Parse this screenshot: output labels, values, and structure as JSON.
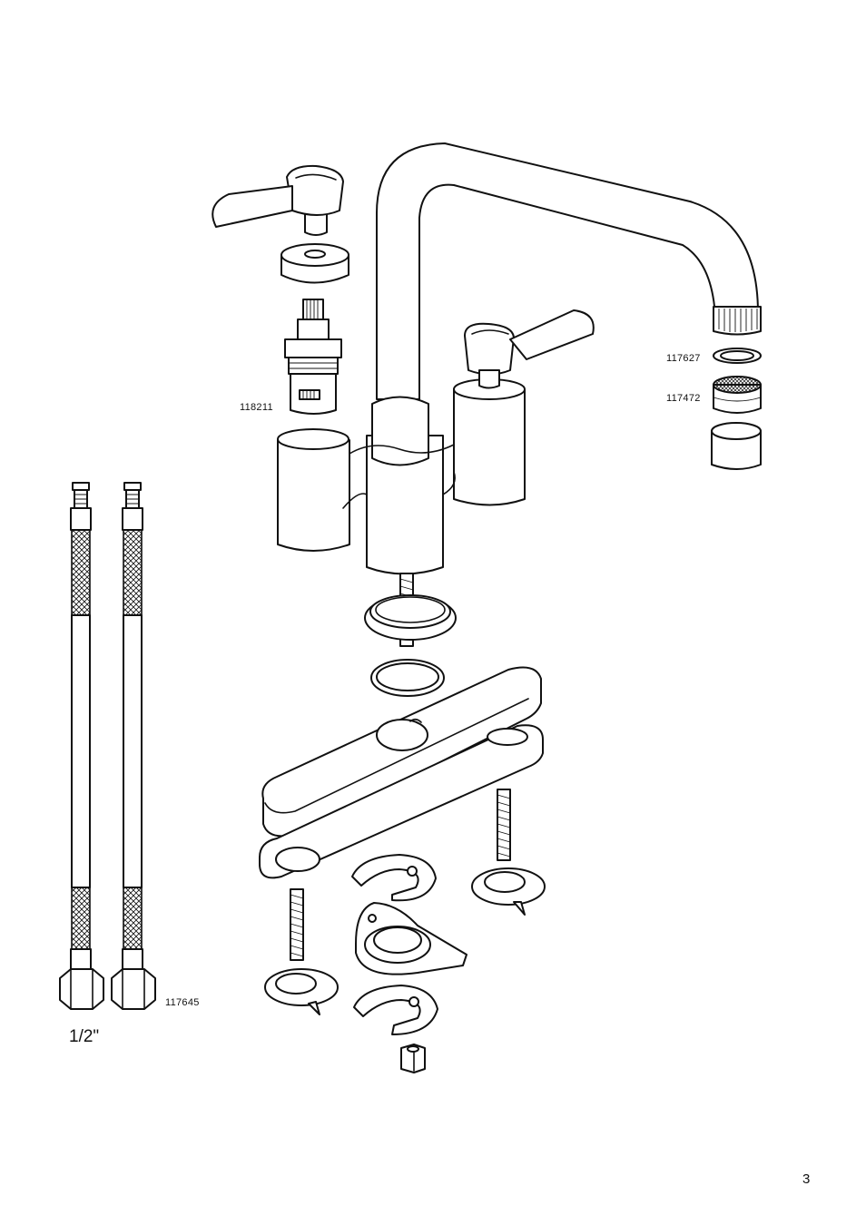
{
  "labels": {
    "cartridge": "118211",
    "washer": "117627",
    "aerator_insert": "117472",
    "hoses": "117645",
    "hose_size": "1/2\"",
    "page_number": "3"
  }
}
